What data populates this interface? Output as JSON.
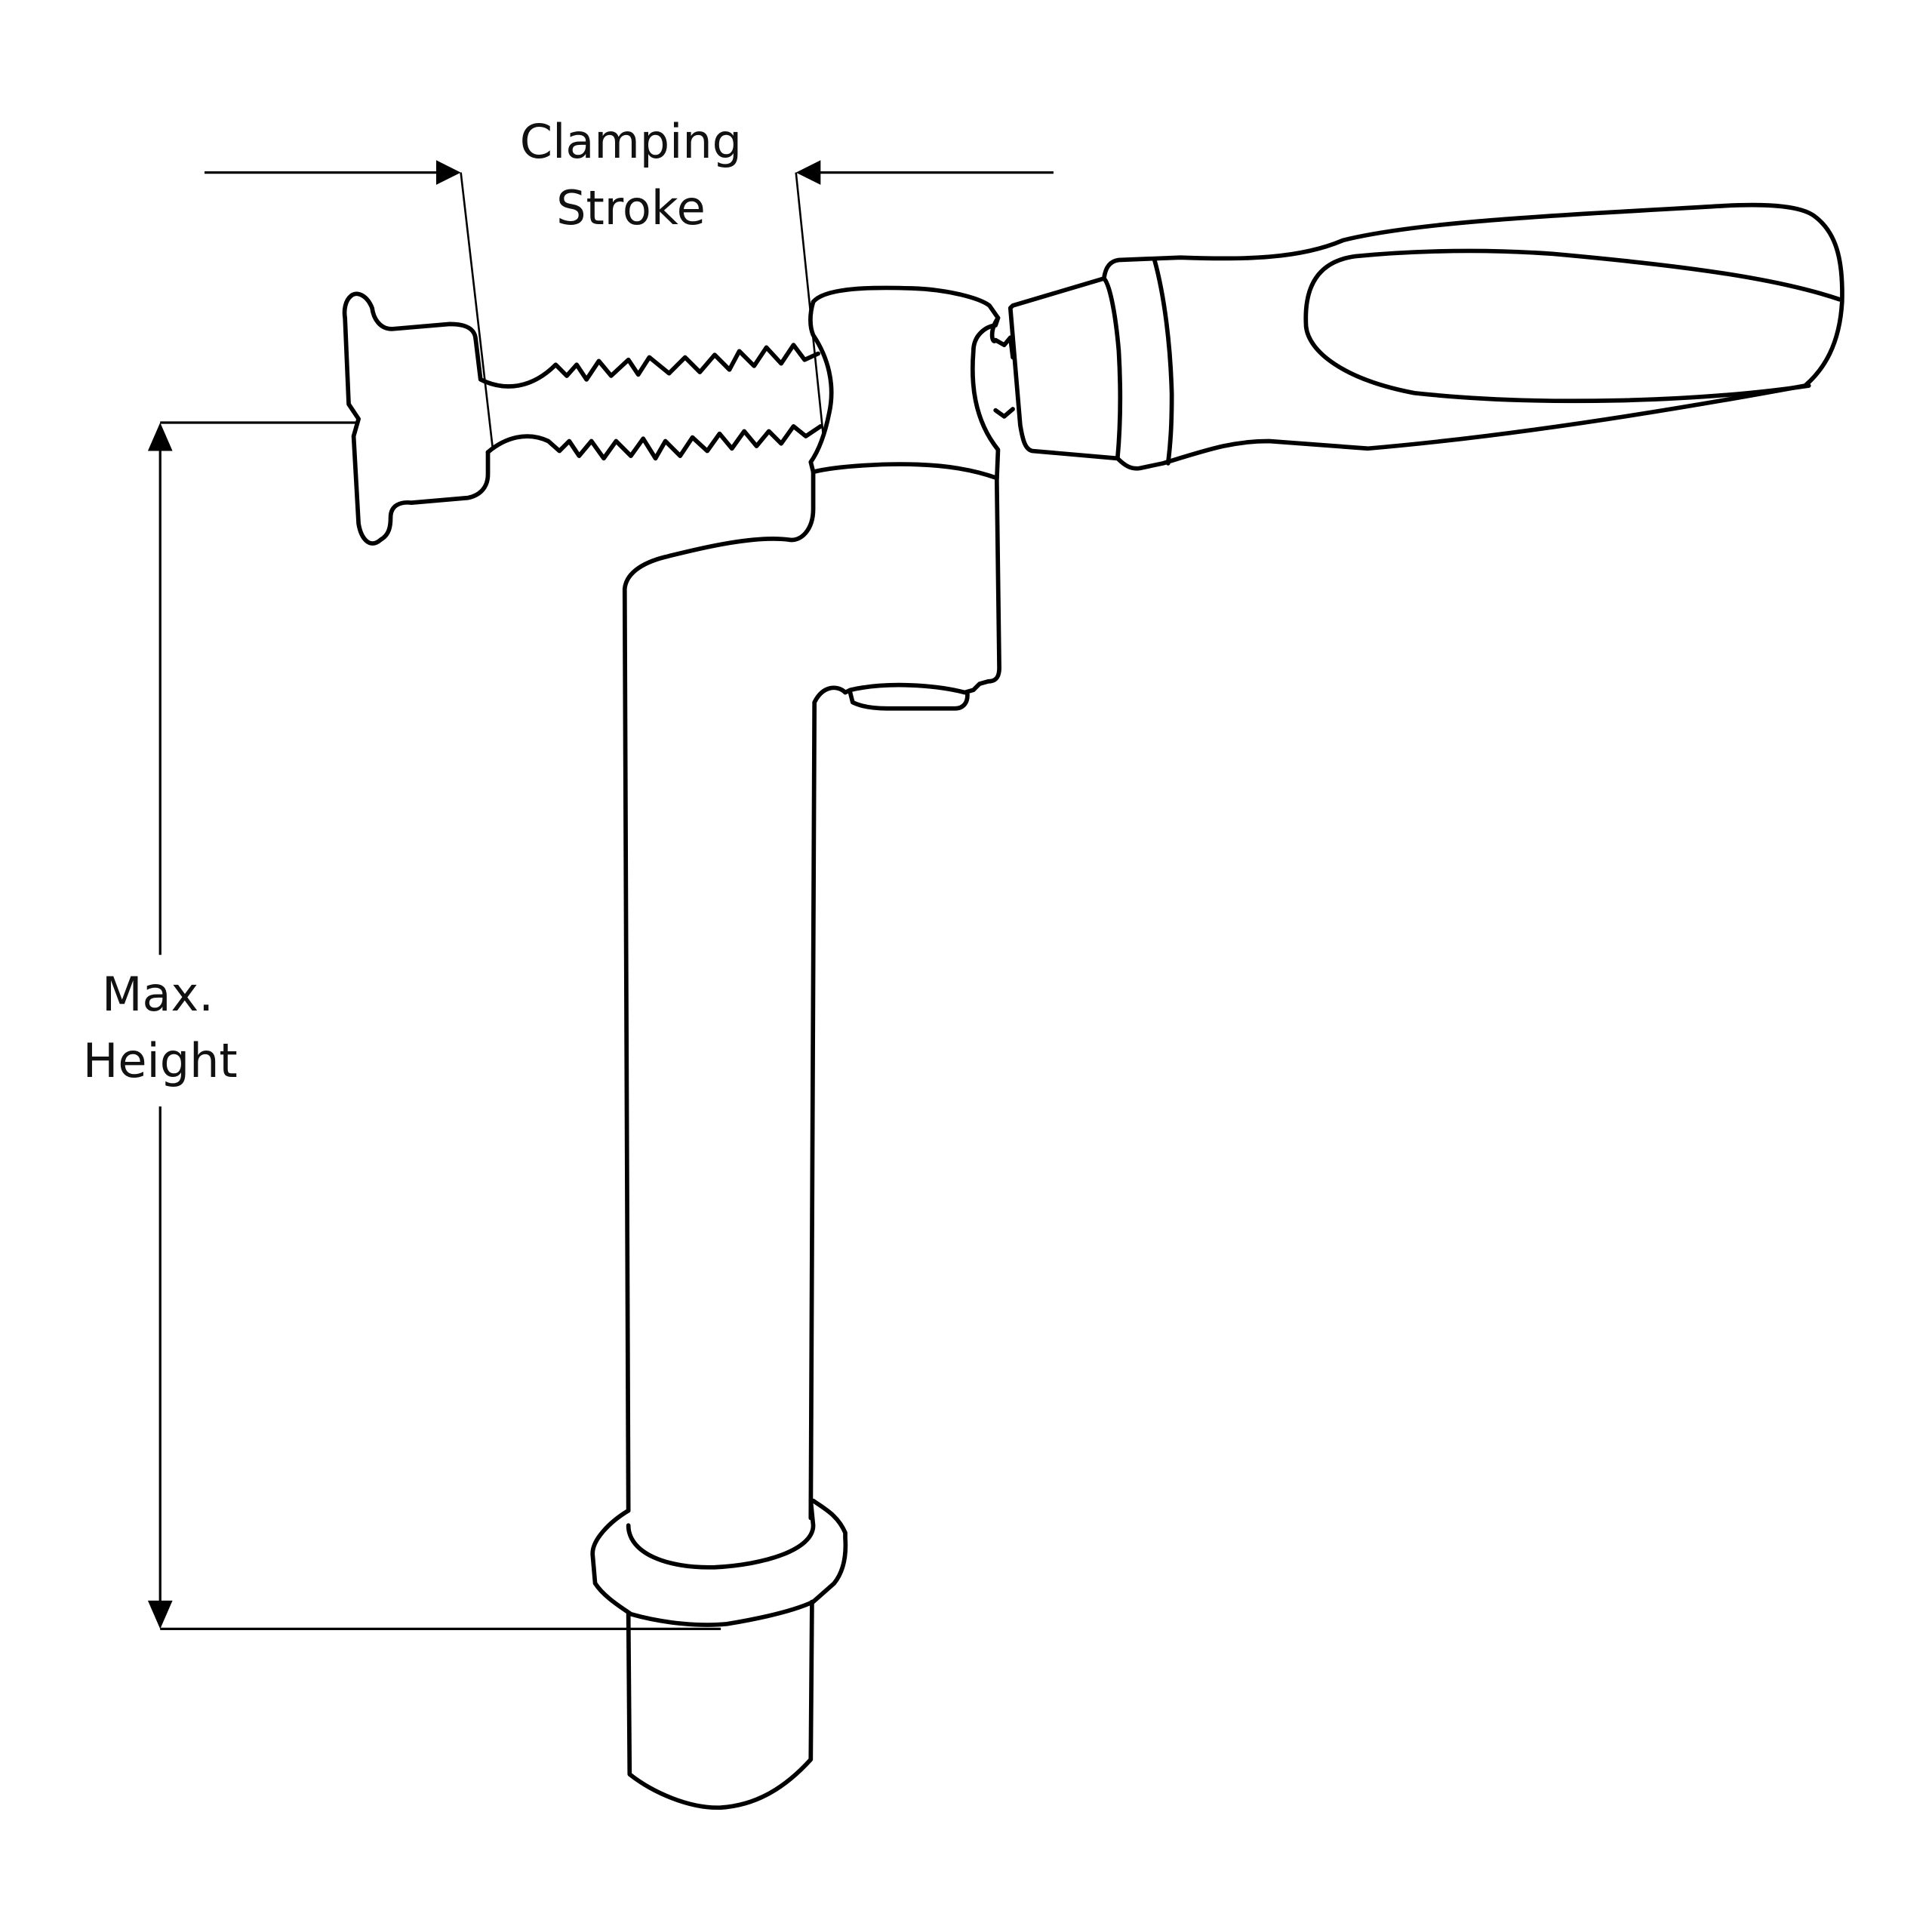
{
  "labels": {
    "clamping_stroke": [
      "Clamping",
      "Stroke"
    ],
    "max_height": [
      "Max.",
      "Height"
    ]
  },
  "colors": {
    "line": "#000000",
    "background": "#ffffff"
  }
}
